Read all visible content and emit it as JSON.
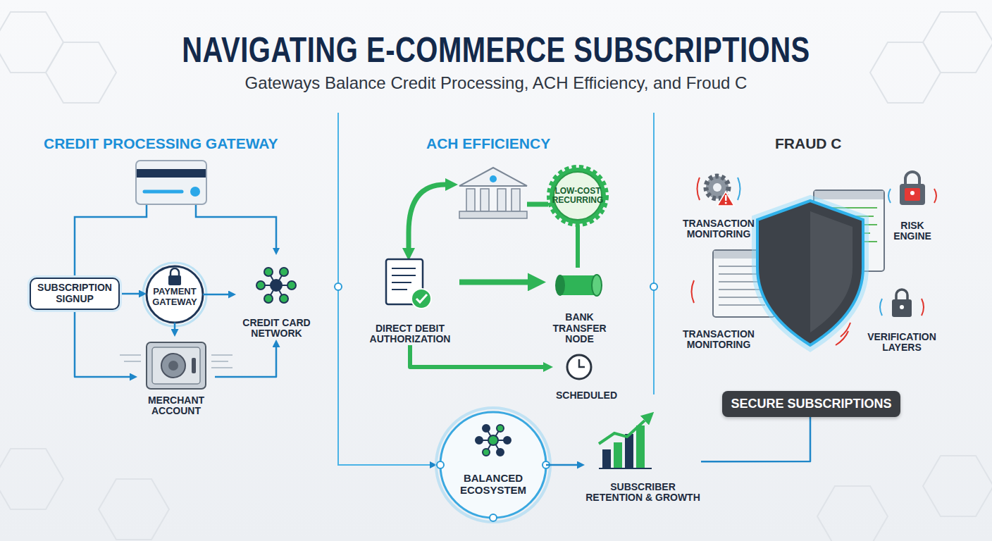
{
  "diagram": {
    "title": "NAVIGATING E-COMMERCE SUBSCRIPTIONS",
    "nodes": [
      {
        "text": [
          "SUBSCRIPTION SIGNUP"
        ]
      },
      {
        "text": [
          "PAYMENT GATEWAY"
        ]
      },
      {
        "text": [
          "CREDIT CARD NETWORK"
        ]
      },
      {
        "text": [
          "MERCHANT ACCOUNT"
        ]
      },
      {
        "text": [
          "DIRECT DEBIT AUTHORIZATION"
        ]
      },
      {
        "text": [
          "LOW-COST RECURRING"
        ]
      },
      {
        "text": [
          "BANK TRANSFER NODE"
        ]
      },
      {
        "text": [
          "SCHEDULED"
        ]
      },
      {
        "text": [
          "TRANSACTION MONITORING"
        ]
      },
      {
        "text": [
          "RISK ENGINE"
        ]
      },
      {
        "text": [
          "TRANSACTION MONITORING"
        ]
      },
      {
        "text": [
          "VERIFICATION LAYERS"
        ]
      },
      {
        "text": [
          "SECURE SUBSCRIPTIONS"
        ]
      },
      {
        "text": [
          "BALANCED ECOSYSTEM"
        ]
      },
      {
        "text": [
          "SUBSCRIBER RETENTION & GROWTH"
        ]
      }
    ],
    "edges": [
      {
        "from": 0,
        "to": 1,
        "arrow": "to"
      },
      {
        "from": 1,
        "to": 2,
        "arrow": "to"
      },
      {
        "from": 1,
        "to": 3,
        "arrow": "to"
      },
      {
        "from": 0,
        "to": 3,
        "arrow": "to"
      },
      {
        "from": 3,
        "to": 2,
        "arrow": "to"
      },
      {
        "from": 4,
        "to": 6,
        "arrow": "to"
      },
      {
        "from": 5,
        "to": 6,
        "arrow": "none"
      },
      {
        "from": 4,
        "to": 7,
        "arrow": "to"
      },
      {
        "from": 13,
        "to": 14,
        "arrow": "to"
      },
      {
        "from": 14,
        "to": 12,
        "arrow": "none"
      }
    ],
    "labels": [
      "Gateways Balance Credit Processing, ACH Efficiency, and Froud C",
      "CREDIT PROCESSING GATEWAY",
      "ACH EFFICIENCY",
      "FRAUD C"
    ]
  }
}
